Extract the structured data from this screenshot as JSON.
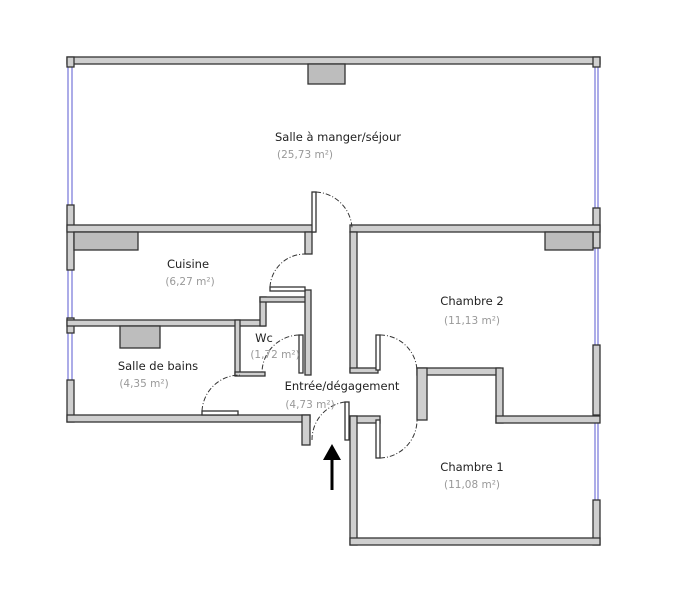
{
  "rooms": [
    {
      "name": "Salle à manger/séjour",
      "area": "(25,73 m²)"
    },
    {
      "name": "Cuisine",
      "area": "(6,27 m²)"
    },
    {
      "name": "Chambre 2",
      "area": "(11,13 m²)"
    },
    {
      "name": "Wc",
      "area": "(1,72 m²)"
    },
    {
      "name": "Salle de bains",
      "area": "(4,35 m²)"
    },
    {
      "name": "Entrée/dégagement",
      "area": "(4,73 m²)"
    },
    {
      "name": "Chambre 1",
      "area": "(11,08 m²)"
    }
  ],
  "colors": {
    "wall": "#cfcfcf",
    "outline": "#333333",
    "window": "#5a5ad0",
    "area_text": "#999999"
  }
}
